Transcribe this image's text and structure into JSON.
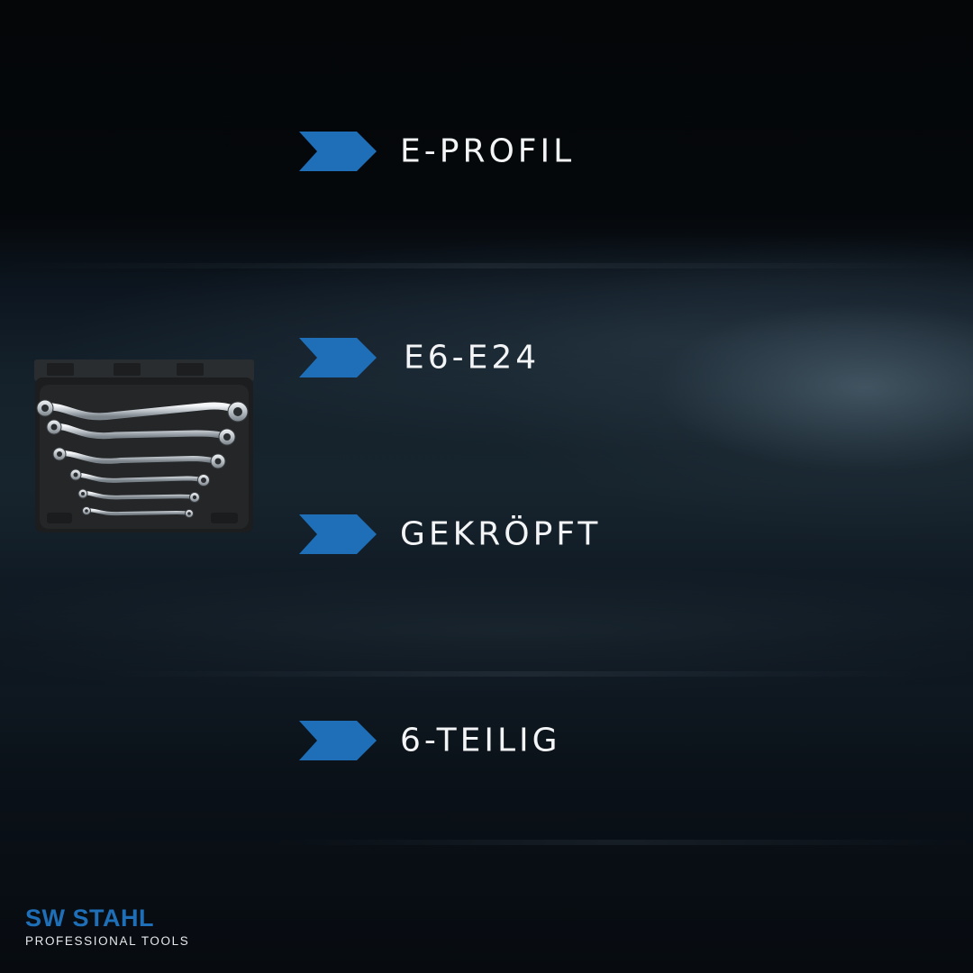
{
  "features": [
    {
      "text": "E-PROFIL"
    },
    {
      "text": "E6-E24"
    },
    {
      "text": "GEKRÖPFT"
    },
    {
      "text": "6-TEILIG"
    }
  ],
  "brand": {
    "name": "SW STAHL",
    "subtitle": "PROFESSIONAL TOOLS"
  },
  "icons": {
    "bullet": "chevron-right-icon",
    "product": "wrench-set-case-image"
  },
  "colors": {
    "accent": "#1e6fb8",
    "text": "#f2f4f6",
    "background": "#050709"
  }
}
